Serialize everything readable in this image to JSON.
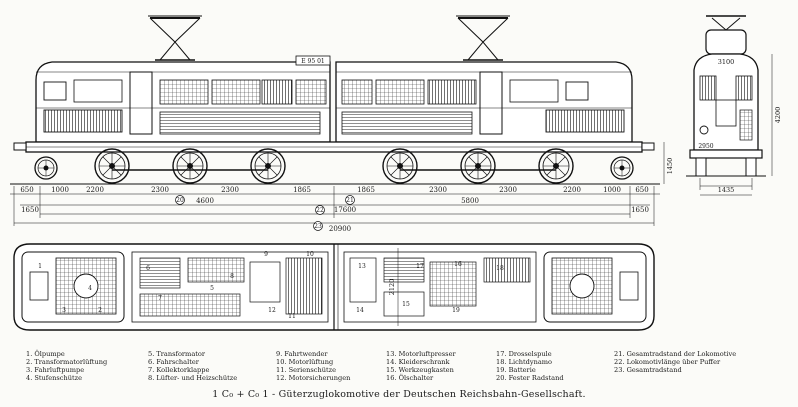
{
  "caption": "1 C₀ + C₀ 1 - Güterzuglokomotive der Deutschen Reichsbahn-Gesellschaft.",
  "side_view": {
    "number_plate": "E 95 01",
    "dims_row1": [
      "650",
      "1000",
      "2200",
      "2300",
      "2300",
      "1865",
      "1865",
      "2300",
      "2300",
      "2200",
      "1000",
      "650"
    ],
    "dims_row2_left": "4600",
    "dims_row2_right": "5800",
    "dims_row3_left": "1650",
    "dims_row3_mid": "17600",
    "dims_row3_right": "1650",
    "dims_row4": "20900",
    "height_dim": "1450",
    "circled": [
      "20",
      "21",
      "22",
      "23"
    ]
  },
  "front_view": {
    "dims": [
      "3100",
      "1435",
      "2950",
      "4200"
    ]
  },
  "plan_view": {
    "center_dim": "2120",
    "numbers": [
      "1",
      "2",
      "3",
      "4",
      "5",
      "6",
      "7",
      "8",
      "9",
      "10",
      "11",
      "12",
      "13",
      "14",
      "15",
      "16",
      "17",
      "18",
      "19"
    ]
  },
  "legend": [
    [
      "1. Ölpumpe",
      "2. Transformatorlüftung",
      "3. Fahrluftpumpe",
      "4. Stufenschütze"
    ],
    [
      "5. Transformator",
      "6. Fahrschalter",
      "7. Kollektorklappe",
      "8. Lüfter- und Heizschütze"
    ],
    [
      "9. Fahrtwender",
      "10. Motorlüftung",
      "11. Serienschütze",
      "12. Motorsicherungen"
    ],
    [
      "13. Motorluftpresser",
      "14. Kleiderschrank",
      "15. Werkzeugkasten",
      "16. Ölschalter"
    ],
    [
      "17. Drosselspule",
      "18. Lichtdynamo",
      "19. Batterie",
      "20. Fester Radstand"
    ],
    [
      "21. Gesamtradstand der Lokomotive",
      "22. Lokomotivlänge über Puffer",
      "23. Gesamtradstand"
    ]
  ]
}
